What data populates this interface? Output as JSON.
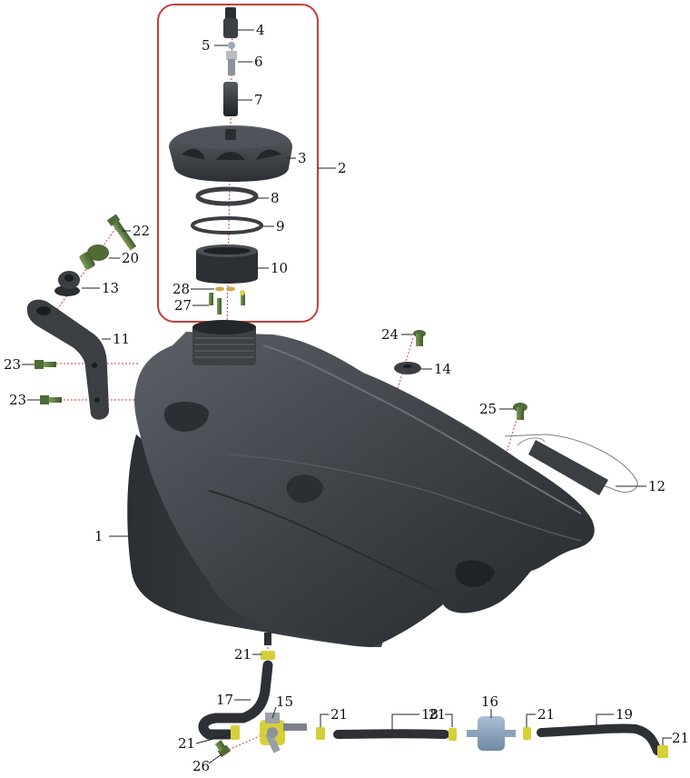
{
  "diagram": {
    "assembly_group_box_color": "#c83c3c",
    "part_color": "#3b3f44",
    "fitting_color": "#d6cf3a",
    "bolt_color": "#5d7a3f",
    "callouts": [
      {
        "id": "c1",
        "label": "1"
      },
      {
        "id": "c2",
        "label": "2"
      },
      {
        "id": "c3",
        "label": "3"
      },
      {
        "id": "c4",
        "label": "4"
      },
      {
        "id": "c5",
        "label": "5"
      },
      {
        "id": "c6",
        "label": "6"
      },
      {
        "id": "c7",
        "label": "7"
      },
      {
        "id": "c8",
        "label": "8"
      },
      {
        "id": "c9",
        "label": "9"
      },
      {
        "id": "c10",
        "label": "10"
      },
      {
        "id": "c11",
        "label": "11"
      },
      {
        "id": "c12",
        "label": "12"
      },
      {
        "id": "c13",
        "label": "13"
      },
      {
        "id": "c14",
        "label": "14"
      },
      {
        "id": "c15",
        "label": "15"
      },
      {
        "id": "c16",
        "label": "16"
      },
      {
        "id": "c17",
        "label": "17"
      },
      {
        "id": "c18",
        "label": "18"
      },
      {
        "id": "c19",
        "label": "19"
      },
      {
        "id": "c20",
        "label": "20"
      },
      {
        "id": "c21a",
        "label": "21"
      },
      {
        "id": "c21b",
        "label": "21"
      },
      {
        "id": "c21c",
        "label": "21"
      },
      {
        "id": "c21d",
        "label": "21"
      },
      {
        "id": "c21e",
        "label": "21"
      },
      {
        "id": "c21f",
        "label": "21"
      },
      {
        "id": "c22",
        "label": "22"
      },
      {
        "id": "c23a",
        "label": "23"
      },
      {
        "id": "c23b",
        "label": "23"
      },
      {
        "id": "c24",
        "label": "24"
      },
      {
        "id": "c25",
        "label": "25"
      },
      {
        "id": "c26",
        "label": "26"
      },
      {
        "id": "c27",
        "label": "27"
      },
      {
        "id": "c28",
        "label": "28"
      }
    ]
  }
}
